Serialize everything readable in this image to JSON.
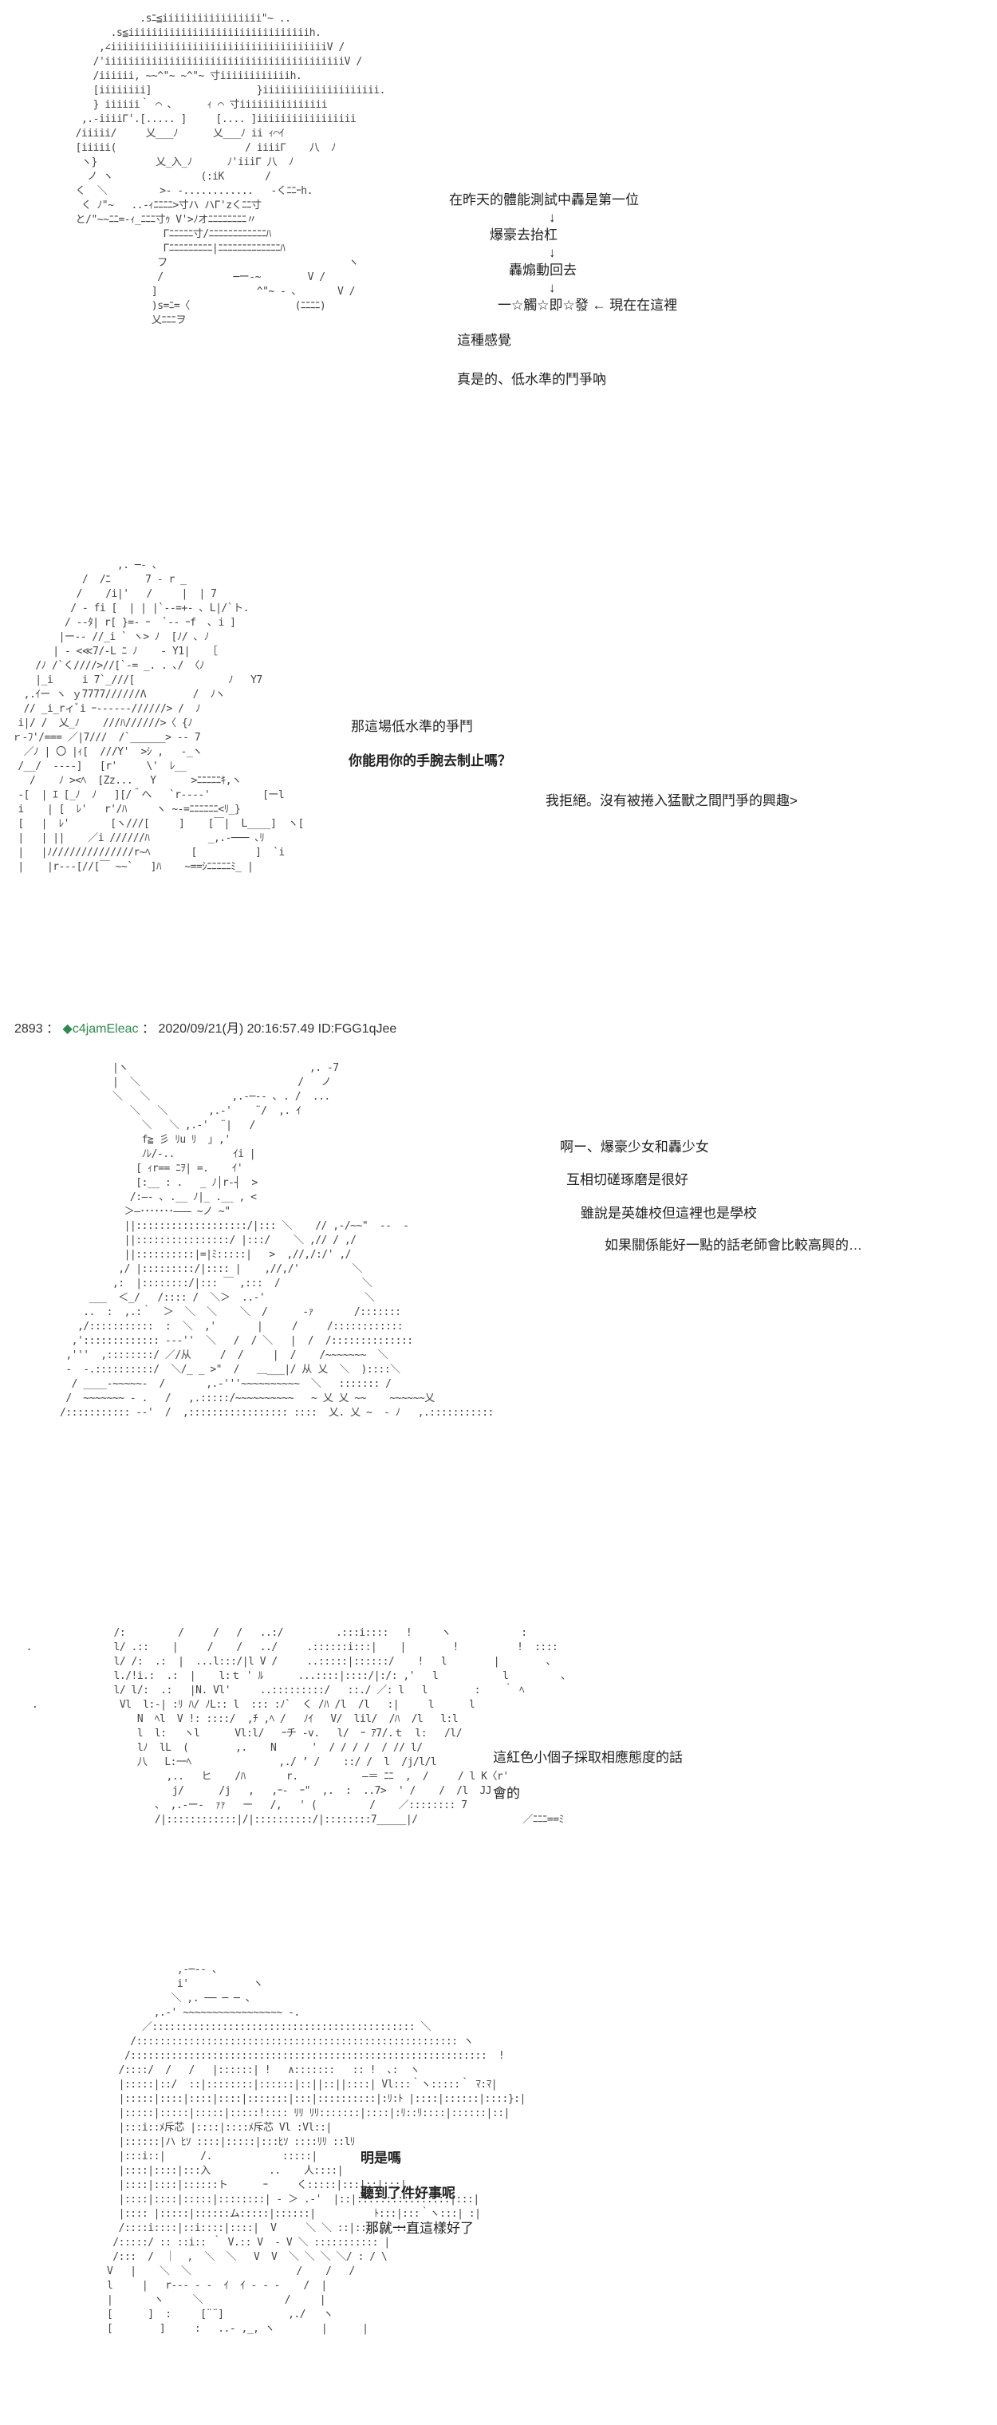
{
  "panels": [
    {
      "art": [
        "             .sﾆ≦iiiiiiiiiiiiiiiii\"~ ..",
        "        .s≦iiiiiiiiiiiiiiiiiiiiiiiiiiiiiiih.",
        "      ,∠iiiiiiiiiiiiiiiiiiiiiiiiiiiiiiiiiiiiiV /",
        "     /'iiiiiiiiiiiiiiiiiiiiiiiiiiiiiiiiiiiiiiiiiV /",
        "     /iiiiii, ~~^\"~ ~^\"~ 寸iiiiiiiiiiiih.",
        "     [iiiiiiii]                  }iiiiiiiiiiiiiiiiiiii.",
        "     } iiiiii｀ ⌒ ､      ｨ ⌒ 寸iiiiiiiiiiiiiii",
        "   ,.-iiiiΓ'.[..... ]     [.... ]iiiiiiiiiiiiiiiii",
        "  /iiiii/     乂___ﾉ      乂___ﾉ ii ｨ⌒ｲ",
        "  [iiiii(                      / iiiiΓ    八  ﾉ",
        "   ヽ}          乂_入_ﾉ      ﾉ'iiiΓ 八  ﾉ",
        "    ノ ヽ               (:iK       /",
        "  く  ＼         >- -............   -くﾆﾆｰh.",
        "   く ﾉ\"~   ..-ｨﾆﾆﾆﾆ>寸ハ ハΓ'zくﾆﾆ寸",
        "  と/\"~~ﾆﾆ=-ｨ_ﾆﾆﾆ寸ｩ V'>ﾉオﾆﾆﾆﾆﾆﾆﾆﾆ〃",
        "                 Γﾆﾆﾆﾆﾆ寸/ﾆﾆﾆﾆﾆﾆﾆﾆﾆﾆﾆﾆﾊ",
        "                 Γﾆﾆﾆﾆﾆﾆﾆﾆﾆ|ﾆﾆﾆﾆﾆﾆﾆﾆﾆﾆﾆﾆﾆﾊ",
        "                フ                               ヽ",
        "                /            ─ー‐~        V /",
        "               ]                 ^\"~ - ､       V /",
        "               )s=ﾆ=〈                  (ﾆﾆﾆﾆ)",
        "               乂ﾆﾆﾆヲ"
      ],
      "lines": [
        {
          "text": "在昨天的體能測試中轟是第一位",
          "bold": false
        },
        {
          "text": "↓",
          "bold": false
        },
        {
          "text": "爆豪去抬杠",
          "bold": false
        },
        {
          "text": "↓",
          "bold": false
        },
        {
          "text": "轟煽動回去",
          "bold": false
        },
        {
          "text": "↓",
          "bold": false
        },
        {
          "text": "一☆觸☆即☆發 ← 現在在這裡",
          "bold": false
        },
        {
          "text": "這種感覺",
          "bold": false
        },
        {
          "text": "真是的、低水準的鬥爭吶",
          "bold": false
        }
      ]
    },
    {
      "art": [
        "                  ,. ─‐ ､",
        "            /  /ﾆ      7 - r _",
        "           /    /i|'   /     |  | 7",
        "          / - fi [  | | |`--=+- ､ L|/`ト.",
        "         / --ﾀ| r[ }=- ｰ  `-- ｰf  ､ i ]",
        "        |ー-- //_i ` ヽ> ﾉ  [ﾉ/ ､ ﾉ",
        "       | - <≪7/-L ﾆ ﾉ    - Y1|   ［",
        "    /ﾉ /`く////>//[`-= _. . ､/ 〈ﾉ",
        "    |_i     i 7`_///[                ﾉ   Y7",
        "  ,.ｲー ヽ ｙ7777//////Λ        /  ﾉヽ",
        "  // _i_rィﾞi ｰ------//////> /  ﾉ",
        " i|/ /  乂_ﾉ    ///ﾊ//////>〈 {ﾉ",
        "ｒ-ﾌ'/=== ／|7///  /`______> -- 7",
        "  ／ﾉ | 〇 |ｨ[  ///Y'  >ｼ ,   -_ヽ",
        " /__/  ‐‐‐‐]   [r'     \\'  ﾚ__",
        "   /    ﾉ ><ﾍ  [Zz...   Y      >ﾆﾆﾆﾆﾆｷ,ヽ",
        " -[  | ｴ [_ﾉ  ﾉ   ][/＾ヘ   `r----'         [ーl",
        " i    | [  ﾚ'   r'/ﾊ     ヽ ~-=ﾆﾆﾆﾆﾆﾆ<ﾘ_}",
        " [   |  ﾚ'       [ヽ///[     ]    [￣|  L____]  ヽ[",
        " |   | ||    ／i //////ﾊ          _,.-─── ､ﾘ",
        " |   |ﾉ//////////////r~ﾍ       [          ]  `i",
        " |    |r---[//[￣ ~~`   ]ﾊ    ~==ｼﾆﾆﾆﾆﾆﾐ_ |"
      ],
      "lines": [
        {
          "text": "那這場低水準的爭鬥",
          "bold": false
        },
        {
          "text": "你能用你的手腕去制止嗎？",
          "bold": true
        },
        {
          "text": "我拒絕。沒有被捲入猛獸之間鬥爭的興趣>",
          "bold": false
        }
      ]
    }
  ],
  "post": {
    "number": "2893",
    "separator": "：",
    "name": "◆c4jamEleac",
    "date_sep": "：",
    "datetime": "2020/09/21(月) 20:16:57.49",
    "id": "ID:FGG1qJee"
  },
  "panels2": [
    {
      "art": [
        "         |ヽ                           ,. -7",
        "         |  ＼                       /   ノ",
        "         ＼    ＼          ,.-─- ､ . / ...",
        "            ＼    ＼ ,.-'  ¨/ ,. ｲ",
        "              f≧ 彡 ﾘu ﾘ ｣ ,'",
        "              ﾉﾚ/-..        ｲi |",
        "             [ ｨr== ﾆｦ| =.   ｲ'",
        "             [:__ : .   _ ﾉ│r‐┤  >",
        "            /:―- ､ .__ ﾉ|_ .__ , <",
        "           ＞―･･･････ ――__ノ ~\"",
        "           ||:::::::::::::::::::::/|::: ＼    //  ,-/ ~~\"   --   ‐",
        "           ||::::::::::::::::::/ |:::/   ＼ ,// /  ,/",
        "           ||::::::::::::|=|ﾐ:::::::|  >  ,//,/:/' ,/",
        "          ,/ |::::::::::/|:::: |   ,//,/'",
        "         ,:  |:::::::::/|::: ￣ ,:::  /",
        "          ＜_/   /:::: /  ＼＞  ..-'",
        "   ＼、:  . :  >  ＼  ＼  ＼  /",
        "  ,//  :  ..:;:  ,  ＼  ,'  ‐",
        " ,'''     ,:::::::::::  ヽ  /  /  ‐ｧ",
        "..>"
      ],
      "lines": [
        {
          "text": "啊ー、爆豪少女和轟少女",
          "bold": false
        },
        {
          "text": "互相切磋琢磨是很好",
          "bold": false
        },
        {
          "text": "雖說是英雄校但這裡也是學校",
          "bold": false
        },
        {
          "text": "如果關係能好一點的話老師會比較高興的…",
          "bold": false
        }
      ]
    },
    {
      "lines": [
        {
          "text": "這紅色小個子採取相應態度的話",
          "bold": false
        },
        {
          "text": "會的",
          "bold": false
        }
      ]
    },
    {
      "lines": [
        {
          "text": "明是嗎",
          "bold": true
        },
        {
          "text": "聽到了件好事呢",
          "bold": true
        },
        {
          "text": "那就一直這樣好了",
          "bold": false
        }
      ]
    }
  ]
}
